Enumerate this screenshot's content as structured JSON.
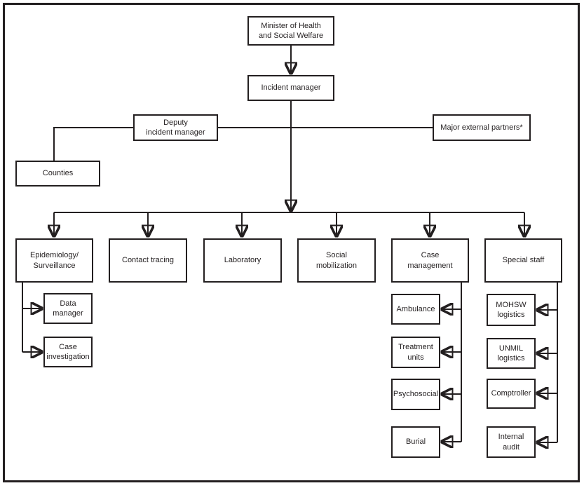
{
  "figure": {
    "type": "org-chart",
    "background": "#ffffff",
    "line_color": "#231f20"
  },
  "nodes": {
    "minister": "Minister of Health\nand Social Welfare",
    "incident_manager": "Incident manager",
    "deputy_incident_manager": "Deputy\nincident manager",
    "major_external_partners": "Major external partners*",
    "counties": "Counties",
    "epidemiology_surveillance": "Epidemiology/\nSurveillance",
    "contact_tracing": "Contact tracing",
    "laboratory": "Laboratory",
    "social_mobilization": "Social\nmobilization",
    "case_management": "Case\nmanagement",
    "special_staff": "Special staff",
    "data_manager": "Data\nmanager",
    "case_investigation": "Case\ninvestigation",
    "ambulance": "Ambulance",
    "treatment_units": "Treatment\nunits",
    "psychosocial": "Psychosocial",
    "burial": "Burial",
    "mohsw_logistics": "MOHSW\nlogistics",
    "unmil_logistics": "UNMIL\nlogistics",
    "comptroller": "Comptroller",
    "internal_audit": "Internal\naudit"
  },
  "edges": [
    {
      "from": "minister",
      "to": "incident_manager",
      "style": "arrow"
    },
    {
      "from": "incident_manager",
      "to": "deputy_incident_manager",
      "style": "line"
    },
    {
      "from": "incident_manager",
      "to": "major_external_partners",
      "style": "line"
    },
    {
      "from": "deputy_incident_manager",
      "to": "counties",
      "style": "line"
    },
    {
      "from": "incident_manager",
      "to": "epidemiology_surveillance",
      "style": "arrow"
    },
    {
      "from": "incident_manager",
      "to": "contact_tracing",
      "style": "arrow"
    },
    {
      "from": "incident_manager",
      "to": "laboratory",
      "style": "arrow"
    },
    {
      "from": "incident_manager",
      "to": "social_mobilization",
      "style": "arrow"
    },
    {
      "from": "incident_manager",
      "to": "case_management",
      "style": "arrow"
    },
    {
      "from": "incident_manager",
      "to": "special_staff",
      "style": "arrow"
    },
    {
      "from": "epidemiology_surveillance",
      "to": "data_manager",
      "style": "arrow"
    },
    {
      "from": "epidemiology_surveillance",
      "to": "case_investigation",
      "style": "arrow"
    },
    {
      "from": "case_management",
      "to": "ambulance",
      "style": "arrow"
    },
    {
      "from": "case_management",
      "to": "treatment_units",
      "style": "arrow"
    },
    {
      "from": "case_management",
      "to": "psychosocial",
      "style": "arrow"
    },
    {
      "from": "case_management",
      "to": "burial",
      "style": "arrow"
    },
    {
      "from": "special_staff",
      "to": "mohsw_logistics",
      "style": "arrow"
    },
    {
      "from": "special_staff",
      "to": "unmil_logistics",
      "style": "arrow"
    },
    {
      "from": "special_staff",
      "to": "comptroller",
      "style": "arrow"
    },
    {
      "from": "special_staff",
      "to": "internal_audit",
      "style": "arrow"
    }
  ]
}
